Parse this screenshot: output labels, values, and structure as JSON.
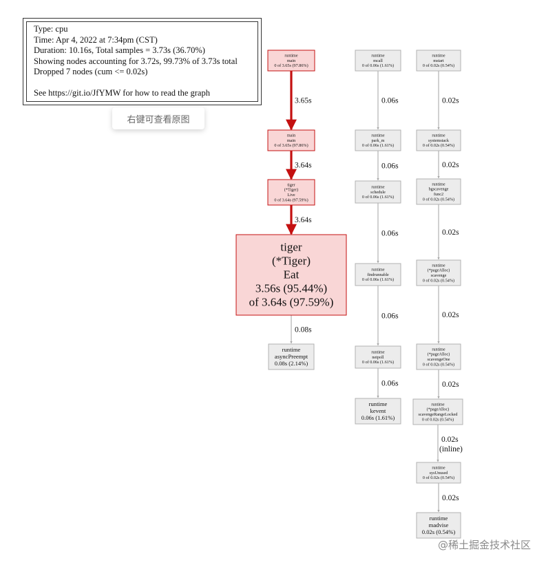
{
  "legend": {
    "lines": [
      "Type: cpu",
      "Time: Apr 4, 2022 at 7:34pm (CST)",
      "Duration: 10.16s, Total samples = 3.73s (36.70%)",
      "Showing nodes accounting for 3.72s, 99.73% of 3.73s total",
      "Dropped 7 nodes (cum <= 0.02s)"
    ],
    "help": "See https://git.io/JfYMW for how to read the graph"
  },
  "tooltip": "右键可查看原图",
  "watermark": "@稀土掘金技术社区",
  "colors": {
    "hot_fill": "#f9d6d6",
    "hot_stroke": "#c41010",
    "hot_edge": "#c41010",
    "cold_fill": "#ececec",
    "cold_stroke": "#b2b2b2",
    "cold_edge": "#a8a8a8"
  },
  "nodes": {
    "runtime_main": {
      "lines": [
        "runtime",
        "main",
        "0 of 3.65s (97.86%)"
      ]
    },
    "main_main": {
      "lines": [
        "main",
        "main",
        "0 of 3.65s (97.86%)"
      ]
    },
    "tiger_live": {
      "lines": [
        "tiger",
        "(*Tiger)",
        "Live",
        "0 of 3.64s (97.59%)"
      ]
    },
    "tiger_eat": {
      "lines": [
        "tiger",
        "(*Tiger)",
        "Eat",
        "3.56s (95.44%)",
        "of 3.64s (97.59%)"
      ]
    },
    "async_preempt": {
      "lines": [
        "runtime",
        "asyncPreempt",
        "0.08s (2.14%)"
      ]
    },
    "mcall": {
      "lines": [
        "runtime",
        "mcall",
        "0 of 0.06s (1.61%)"
      ]
    },
    "park_m": {
      "lines": [
        "runtime",
        "park_m",
        "0 of 0.06s (1.61%)"
      ]
    },
    "schedule": {
      "lines": [
        "runtime",
        "schedule",
        "0 of 0.06s (1.61%)"
      ]
    },
    "findrunnable": {
      "lines": [
        "runtime",
        "findrunnable",
        "0 of 0.06s (1.61%)"
      ]
    },
    "netpoll": {
      "lines": [
        "runtime",
        "netpoll",
        "0 of 0.06s (1.61%)"
      ]
    },
    "kevent": {
      "lines": [
        "runtime",
        "kevent",
        "0.06s (1.61%)"
      ]
    },
    "mstart": {
      "lines": [
        "runtime",
        "mstart",
        "0 of 0.02s (0.54%)"
      ]
    },
    "systemstack": {
      "lines": [
        "runtime",
        "systemstack",
        "0 of 0.02s (0.54%)"
      ]
    },
    "bgscavenge_func2": {
      "lines": [
        "runtime",
        "bgscavenge",
        "func2",
        "0 of 0.02s (0.54%)"
      ]
    },
    "scavenge": {
      "lines": [
        "runtime",
        "(*pageAlloc)",
        "scavenge",
        "0 of 0.02s (0.54%)"
      ]
    },
    "scavenge_one": {
      "lines": [
        "runtime",
        "(*pageAlloc)",
        "scavengeOne",
        "0 of 0.02s (0.54%)"
      ]
    },
    "scavenge_range_locked": {
      "lines": [
        "runtime",
        "(*pageAlloc)",
        "scavengeRangeLocked",
        "0 of 0.02s (0.54%)"
      ]
    },
    "sys_unused": {
      "lines": [
        "runtime",
        "sysUnused",
        "0 of 0.02s (0.54%)"
      ]
    },
    "madvise": {
      "lines": [
        "runtime",
        "madvise",
        "0.02s (0.54%)"
      ]
    }
  },
  "edges": {
    "runtime_main__main_main": {
      "label": "3.65s"
    },
    "main_main__tiger_live": {
      "label": "3.64s"
    },
    "tiger_live__tiger_eat": {
      "label": "3.64s"
    },
    "tiger_eat__async_preempt": {
      "label": "0.08s"
    },
    "mcall__park_m": {
      "label": "0.06s"
    },
    "park_m__schedule": {
      "label": "0.06s"
    },
    "schedule__findrunnable": {
      "label": "0.06s"
    },
    "findrunnable__netpoll": {
      "label": "0.06s"
    },
    "netpoll__kevent": {
      "label": "0.06s"
    },
    "mstart__systemstack": {
      "label": "0.02s"
    },
    "systemstack__bgscavenge_func2": {
      "label": "0.02s"
    },
    "bgscavenge_func2__scavenge": {
      "label": "0.02s"
    },
    "scavenge__scavenge_one": {
      "label": "0.02s"
    },
    "scavenge_one__scavenge_range_locked": {
      "label": "0.02s"
    },
    "scavenge_range_locked__sys_unused": {
      "label": "0.02s",
      "label2": "(inline)"
    },
    "sys_unused__madvise": {
      "label": "0.02s"
    }
  }
}
